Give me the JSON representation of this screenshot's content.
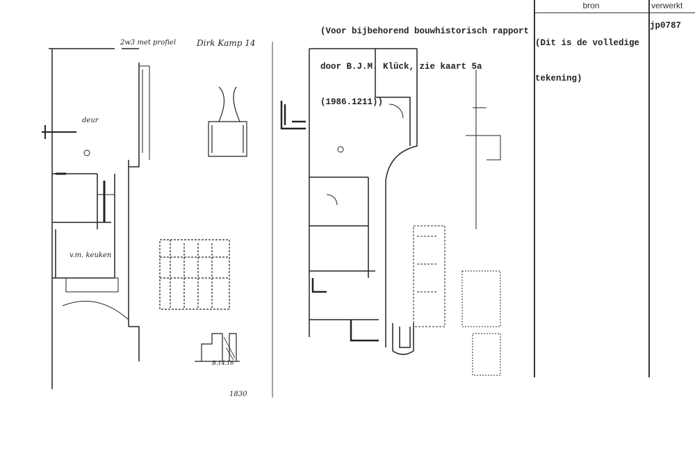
{
  "note": {
    "line1": "(Voor bijbehorend bouwhistorisch rapport",
    "line2": "door B.J.M. Klück, zie kaart 5a",
    "line3": "(1986.1211))"
  },
  "table": {
    "col_bron": "bron",
    "col_verwerkt": "verwerkt",
    "bron_line1": "(Dit is de volledige",
    "bron_line2": "tekening)",
    "verwerkt_value": "jp0787"
  },
  "sketch_labels": {
    "title": "Dirk Kamp 14",
    "top_note": "2w3 met profiel",
    "room": "v.m. keuken",
    "door": "deur",
    "year": "1830",
    "section": "B.14.16"
  }
}
